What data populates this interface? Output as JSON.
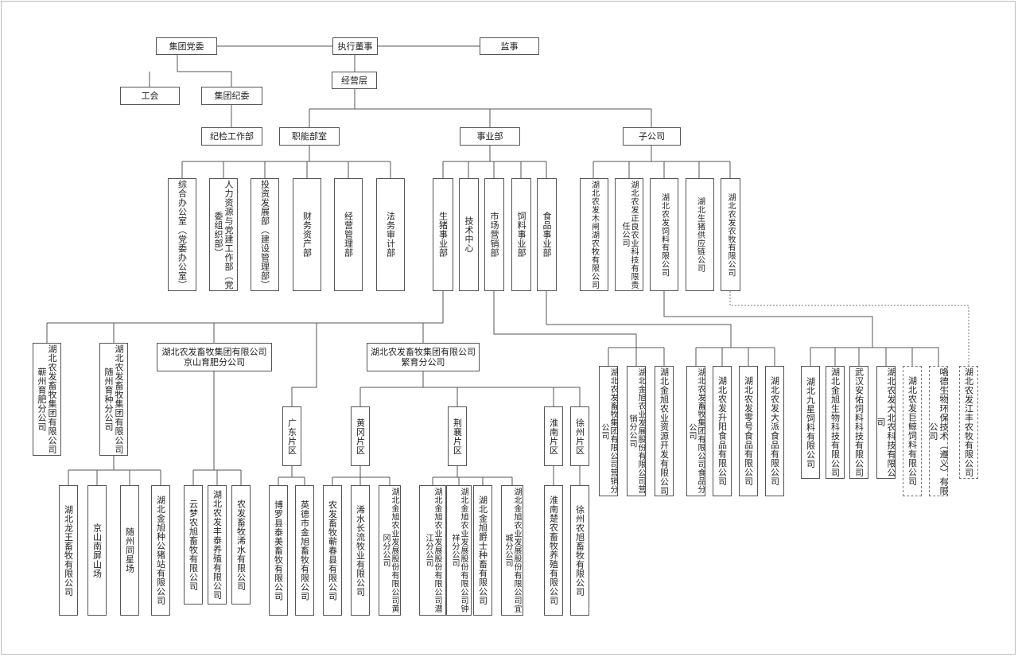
{
  "nodes": {
    "party": "集团党委",
    "board": "执行董事",
    "supervisor": "监事",
    "union": "工会",
    "discipline": "集团纪委",
    "mgmt": "经营层",
    "inspection": "纪检工作部",
    "functional": "职能部室",
    "business": "事业部",
    "subsidiaries": "子公司",
    "f1": "综合办公室（党委办公室）",
    "f2": "人力资源与党建工作部（党委组织部）",
    "f3": "投资发展部（建设管理部）",
    "f4": "财务资产部",
    "f5": "经营管理部",
    "f6": "法务审计部",
    "b1": "生猪事业部",
    "b2": "技术中心",
    "b3": "市场营销部",
    "b4": "饲料事业部",
    "b5": "食品事业部",
    "s1": "湖北农发木闸湖农牧有限公司",
    "s2": "湖北农发正良农业科技有限责任公司",
    "s3": "湖北农发饲料有限公司",
    "s4": "湖北生猪供应链公司",
    "s5": "湖北农发农牧有限公司",
    "p1": "湖北农发畜牧集团有限公司\n蕲州育肥分公司",
    "p2": "湖北农发畜牧集团有限公司\n随州育种分公司",
    "p3": "湖北农发畜牧集团有限公司\n京山育肥分公司",
    "p4": "湖北农发畜牧集团有限公司\n繁育分公司",
    "gd": "广东片区",
    "hg": "黄冈片区",
    "jx": "荆襄片区",
    "hn": "淮南片区",
    "xz": "徐州片区",
    "r1": "湖北龙王畜牧有限公司",
    "r2": "京山南屏山场",
    "r3": "随州同星场",
    "r4": "湖北金旭种公猪站有限公司",
    "k1": "云梦农旭畜牧有限公司",
    "k2": "湖北农发丰泰养殖有限公司",
    "k3": "农发畜牧浠水有限公司",
    "g1": "博罗县泰美畜牧有限公司",
    "g2": "英德市金旭畜牧有限公司",
    "h1": "农发畜牧蕲春县有限公司",
    "h2": "浠水长流牧业有限公司",
    "h3": "湖北金旭农业发展股份有限公司黄冈分公司",
    "j1": "湖北金旭农业发展股份有限公司潜江分公司",
    "j2": "湖北金旭农业发展股份有限公司钟祥分公司",
    "j3": "湖北金旭爵士种畜有限公司",
    "j4": "湖北金旭农业发展股份有限公司宜城分公司",
    "n1": "淮南楚农畜牧养殖有限公司",
    "x1": "徐州农旭畜牧有限公司",
    "m1": "湖北农发畜牧集团有限公司营销分公司",
    "m2": "湖北金旭农业发展股份有限公司营销分公司",
    "m3": "湖北金旭农业资源开发有限公司",
    "fd1": "湖北农发畜牧集团有限公司食品分公司",
    "fd2": "湖北农发升阳食品有限公司",
    "fd3": "湖北农发零号食品有限公司",
    "fd4": "湖北农发大派食品有限公司",
    "fe1": "湖北九星饲料有限公司",
    "fe2": "湖北金旭生物科技有限公司",
    "fe3": "武汉安佑饲料科技有限公司",
    "fe4": "湖北农发大北农科技有限公司",
    "fe5": "湖北农发巨鲸饲料有限公司",
    "fe6": "咯德生物环保技术（遵义）有限公司",
    "mu1": "湖北农发江丰农牧有限公司"
  }
}
